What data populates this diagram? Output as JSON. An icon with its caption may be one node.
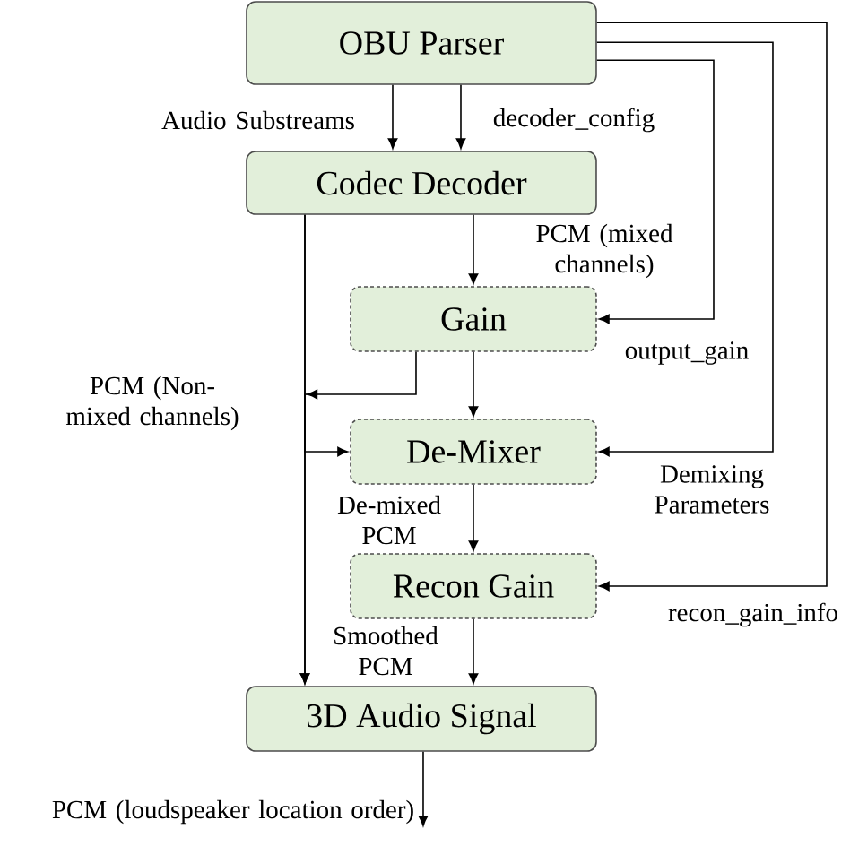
{
  "diagram": {
    "nodes": [
      {
        "text": [
          "OBU Parser"
        ]
      },
      {
        "text": [
          "Codec Decoder"
        ]
      },
      {
        "text": [
          "Gain"
        ]
      },
      {
        "text": [
          "De-Mixer"
        ]
      },
      {
        "text": [
          "Recon Gain"
        ]
      },
      {
        "text": [
          "3D Audio Signal"
        ]
      }
    ],
    "edges": [
      {
        "from": 0,
        "to": 1,
        "arrow": "to",
        "label": "Audio Substreams"
      },
      {
        "from": 0,
        "to": 1,
        "arrow": "to",
        "label": "decoder_config"
      },
      {
        "from": 1,
        "to": 2,
        "arrow": "to",
        "label": "PCM (mixed channels)"
      },
      {
        "from": 0,
        "to": 2,
        "arrow": "to",
        "label": "output_gain"
      },
      {
        "from": 0,
        "to": 3,
        "arrow": "to",
        "label": "Demixing Parameters"
      },
      {
        "from": 0,
        "to": 4,
        "arrow": "to",
        "label": "recon_gain_info"
      },
      {
        "from": 1,
        "to": 5,
        "arrow": "to",
        "label": "PCM (Non-mixed channels)"
      },
      {
        "from": 1,
        "to": 3,
        "arrow": "to"
      },
      {
        "from": 2,
        "to": 5,
        "arrow": "to"
      },
      {
        "from": 2,
        "to": 3,
        "arrow": "to"
      },
      {
        "from": 3,
        "to": 4,
        "arrow": "to",
        "label": "De-mixed PCM"
      },
      {
        "from": 4,
        "to": 5,
        "arrow": "to",
        "label": "Smoothed PCM"
      },
      {
        "from": 5,
        "to": null,
        "arrow": "to",
        "label": "PCM (loudspeaker location order)"
      }
    ]
  }
}
